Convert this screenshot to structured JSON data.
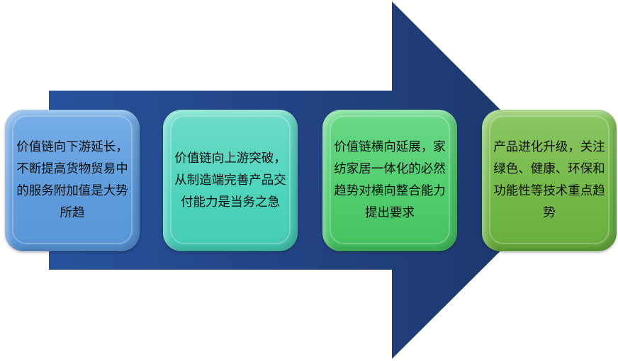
{
  "diagram": {
    "type": "process-arrow",
    "arrow_color": "#1f3f7a",
    "steps": [
      {
        "text": "价值链向下游延长，不断提高货物贸易中的服务附加值是大势所趋",
        "color": "#5d9bdc"
      },
      {
        "text": "价值链向上游突破，从制造端完善产品交付能力是当务之急",
        "color": "#4ed3bd"
      },
      {
        "text": "价值链横向延展，家纺家居一体化的必然趋势对横向整合能力提出要求",
        "color": "#4fcd6c"
      },
      {
        "text": "产品进化升级，关注绿色、健康、环保和功能性等技术重点趋势",
        "color": "#73b848"
      }
    ]
  }
}
